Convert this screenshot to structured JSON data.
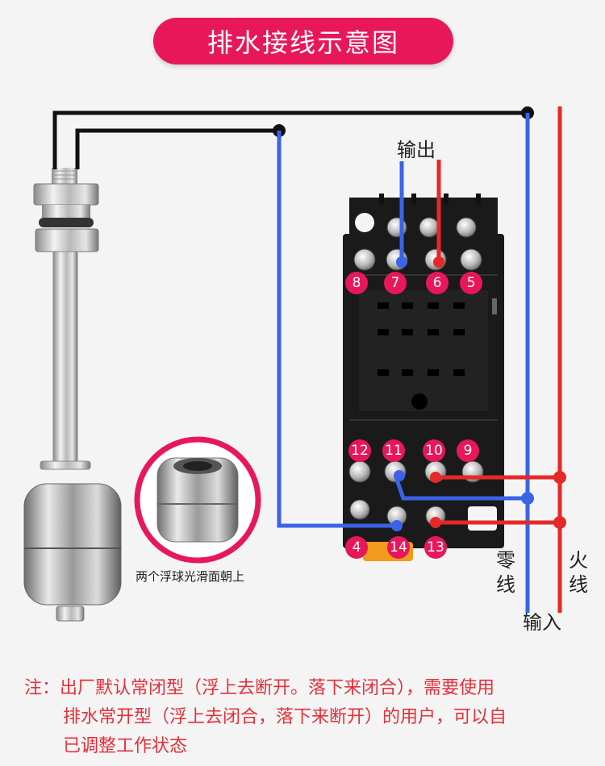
{
  "title": "排水接线示意图",
  "output_label": "输出",
  "input_label": "输入",
  "neutral_label": "零线",
  "live_label": "火线",
  "float_caption": "两个浮球光滑面朝上",
  "terminals": {
    "t8": "8",
    "t7": "7",
    "t6": "6",
    "t5": "5",
    "t12": "12",
    "t11": "11",
    "t10": "10",
    "t9": "9",
    "t4": "4",
    "t14": "14",
    "t13": "13"
  },
  "note": {
    "line1": "注：出厂默认常闭型（浮上去断开。落下来闭合），需要使用",
    "line2": "排水常开型（浮上去闭合，落下来断开）的用户，可以自",
    "line3": "已调整工作状态"
  },
  "colors": {
    "accent": "#e8175a",
    "wire_blue": "#3a63e8",
    "wire_red": "#e62828",
    "wire_black": "#111111",
    "relay_body": "#1a1a1a",
    "note_red": "#e3313a"
  }
}
